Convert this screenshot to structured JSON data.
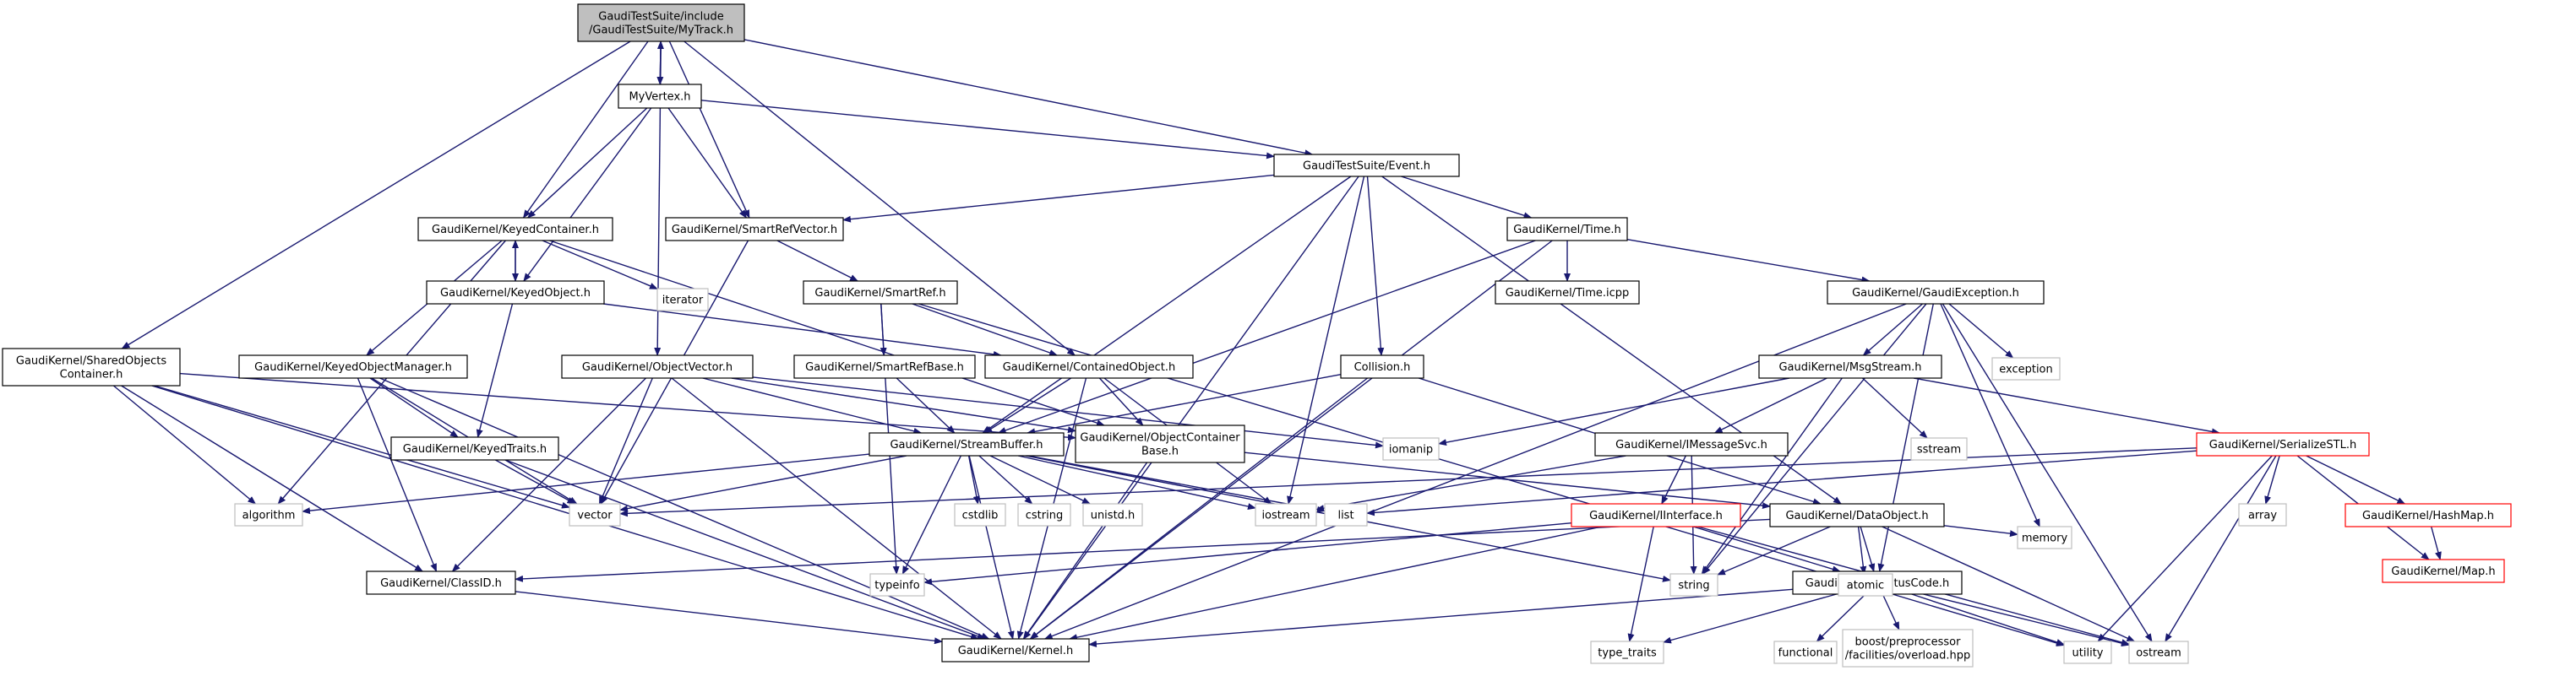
{
  "diagram": {
    "colors": {
      "edge": "#191970",
      "node_border": "#000000",
      "root_fill": "#bfbfbf",
      "external_border": "#bfbfbf",
      "truncated_border": "#ff0000",
      "text": "#000000"
    },
    "nodes": [
      {
        "id": "mytrack",
        "lines": [
          "GaudiTestSuite/include",
          "/GaudiTestSuite/MyTrack.h"
        ],
        "kind": "root"
      },
      {
        "id": "myvertex",
        "lines": [
          "MyVertex.h"
        ],
        "kind": "normal"
      },
      {
        "id": "event",
        "lines": [
          "GaudiTestSuite/Event.h"
        ],
        "kind": "normal"
      },
      {
        "id": "keyedcontainer",
        "lines": [
          "GaudiKernel/KeyedContainer.h"
        ],
        "kind": "normal"
      },
      {
        "id": "smartrefvector",
        "lines": [
          "GaudiKernel/SmartRefVector.h"
        ],
        "kind": "normal"
      },
      {
        "id": "time",
        "lines": [
          "GaudiKernel/Time.h"
        ],
        "kind": "normal"
      },
      {
        "id": "iterator",
        "lines": [
          "iterator"
        ],
        "kind": "external"
      },
      {
        "id": "keyedobject",
        "lines": [
          "GaudiKernel/KeyedObject.h"
        ],
        "kind": "normal"
      },
      {
        "id": "smartref",
        "lines": [
          "GaudiKernel/SmartRef.h"
        ],
        "kind": "normal"
      },
      {
        "id": "timeicpp",
        "lines": [
          "GaudiKernel/Time.icpp"
        ],
        "kind": "normal"
      },
      {
        "id": "gaudiexception",
        "lines": [
          "GaudiKernel/GaudiException.h"
        ],
        "kind": "normal"
      },
      {
        "id": "sharedobjects",
        "lines": [
          "GaudiKernel/SharedObjects",
          "Container.h"
        ],
        "kind": "normal"
      },
      {
        "id": "keyedobjectmanager",
        "lines": [
          "GaudiKernel/KeyedObjectManager.h"
        ],
        "kind": "normal"
      },
      {
        "id": "objectvector",
        "lines": [
          "GaudiKernel/ObjectVector.h"
        ],
        "kind": "normal"
      },
      {
        "id": "smartrefbase",
        "lines": [
          "GaudiKernel/SmartRefBase.h"
        ],
        "kind": "normal"
      },
      {
        "id": "containedobject",
        "lines": [
          "GaudiKernel/ContainedObject.h"
        ],
        "kind": "normal"
      },
      {
        "id": "collision",
        "lines": [
          "Collision.h"
        ],
        "kind": "normal"
      },
      {
        "id": "msgstream",
        "lines": [
          "GaudiKernel/MsgStream.h"
        ],
        "kind": "normal"
      },
      {
        "id": "exception",
        "lines": [
          "exception"
        ],
        "kind": "external"
      },
      {
        "id": "keyedtraits",
        "lines": [
          "GaudiKernel/KeyedTraits.h"
        ],
        "kind": "normal"
      },
      {
        "id": "streambuffer",
        "lines": [
          "GaudiKernel/StreamBuffer.h"
        ],
        "kind": "normal"
      },
      {
        "id": "objectcontainerbase",
        "lines": [
          "GaudiKernel/ObjectContainer",
          "Base.h"
        ],
        "kind": "normal"
      },
      {
        "id": "iomanip",
        "lines": [
          "iomanip"
        ],
        "kind": "external"
      },
      {
        "id": "imessagesvc",
        "lines": [
          "GaudiKernel/IMessageSvc.h"
        ],
        "kind": "normal"
      },
      {
        "id": "sstream",
        "lines": [
          "sstream"
        ],
        "kind": "external"
      },
      {
        "id": "serializestl",
        "lines": [
          "GaudiKernel/SerializeSTL.h"
        ],
        "kind": "truncated"
      },
      {
        "id": "algorithm",
        "lines": [
          "algorithm"
        ],
        "kind": "external"
      },
      {
        "id": "vector",
        "lines": [
          "vector"
        ],
        "kind": "external"
      },
      {
        "id": "cstdlib",
        "lines": [
          "cstdlib"
        ],
        "kind": "external"
      },
      {
        "id": "cstring",
        "lines": [
          "cstring"
        ],
        "kind": "external"
      },
      {
        "id": "unistd",
        "lines": [
          "unistd.h"
        ],
        "kind": "external"
      },
      {
        "id": "iostream",
        "lines": [
          "iostream"
        ],
        "kind": "external"
      },
      {
        "id": "list",
        "lines": [
          "list"
        ],
        "kind": "external"
      },
      {
        "id": "dataobject",
        "lines": [
          "GaudiKernel/DataObject.h"
        ],
        "kind": "normal"
      },
      {
        "id": "iinterface",
        "lines": [
          "GaudiKernel/IInterface.h"
        ],
        "kind": "truncated"
      },
      {
        "id": "array",
        "lines": [
          "array"
        ],
        "kind": "external"
      },
      {
        "id": "hashmap",
        "lines": [
          "GaudiKernel/HashMap.h"
        ],
        "kind": "truncated"
      },
      {
        "id": "memory",
        "lines": [
          "memory"
        ],
        "kind": "external"
      },
      {
        "id": "map",
        "lines": [
          "GaudiKernel/Map.h"
        ],
        "kind": "truncated"
      },
      {
        "id": "classid",
        "lines": [
          "GaudiKernel/ClassID.h"
        ],
        "kind": "normal"
      },
      {
        "id": "typeinfo",
        "lines": [
          "typeinfo"
        ],
        "kind": "external"
      },
      {
        "id": "string",
        "lines": [
          "string"
        ],
        "kind": "external"
      },
      {
        "id": "statuscode",
        "lines": [
          "GaudiKernel/StatusCode.h"
        ],
        "kind": "normal"
      },
      {
        "id": "atomic",
        "lines": [
          "atomic"
        ],
        "kind": "external"
      },
      {
        "id": "kernel",
        "lines": [
          "GaudiKernel/Kernel.h"
        ],
        "kind": "normal"
      },
      {
        "id": "typetraits",
        "lines": [
          "type_traits"
        ],
        "kind": "external"
      },
      {
        "id": "functional",
        "lines": [
          "functional"
        ],
        "kind": "external"
      },
      {
        "id": "boostoverload",
        "lines": [
          "boost/preprocessor",
          "/facilities/overload.hpp"
        ],
        "kind": "external"
      },
      {
        "id": "utility",
        "lines": [
          "utility"
        ],
        "kind": "external"
      },
      {
        "id": "ostream",
        "lines": [
          "ostream"
        ],
        "kind": "external"
      }
    ],
    "edges": [
      [
        "mytrack",
        "myvertex"
      ],
      [
        "mytrack",
        "event"
      ],
      [
        "mytrack",
        "keyedcontainer"
      ],
      [
        "mytrack",
        "smartrefvector"
      ],
      [
        "mytrack",
        "sharedobjects"
      ],
      [
        "mytrack",
        "objectvector"
      ],
      [
        "mytrack",
        "containedobject"
      ],
      [
        "myvertex",
        "mytrack"
      ],
      [
        "myvertex",
        "event"
      ],
      [
        "myvertex",
        "keyedcontainer"
      ],
      [
        "myvertex",
        "smartrefvector"
      ],
      [
        "myvertex",
        "keyedobject"
      ],
      [
        "event",
        "smartrefvector"
      ],
      [
        "event",
        "time"
      ],
      [
        "event",
        "collision"
      ],
      [
        "event",
        "streambuffer"
      ],
      [
        "event",
        "iostream"
      ],
      [
        "event",
        "kernel"
      ],
      [
        "event",
        "dataobject"
      ],
      [
        "keyedcontainer",
        "iterator"
      ],
      [
        "keyedcontainer",
        "keyedobject"
      ],
      [
        "keyedcontainer",
        "keyedobjectmanager"
      ],
      [
        "keyedcontainer",
        "algorithm"
      ],
      [
        "keyedcontainer",
        "objectcontainerbase"
      ],
      [
        "keyedobject",
        "keyedcontainer"
      ],
      [
        "keyedobject",
        "keyedtraits"
      ],
      [
        "keyedobject",
        "containedobject"
      ],
      [
        "smartrefvector",
        "smartref"
      ],
      [
        "smartrefvector",
        "vector"
      ],
      [
        "smartref",
        "smartrefbase"
      ],
      [
        "smartref",
        "containedobject"
      ],
      [
        "smartref",
        "typeinfo"
      ],
      [
        "smartref",
        "utility"
      ],
      [
        "smartrefbase",
        "streambuffer"
      ],
      [
        "time",
        "timeicpp"
      ],
      [
        "time",
        "gaudiexception"
      ],
      [
        "time",
        "streambuffer"
      ],
      [
        "time",
        "kernel"
      ],
      [
        "gaudiexception",
        "msgstream"
      ],
      [
        "gaudiexception",
        "exception"
      ],
      [
        "gaudiexception",
        "string"
      ],
      [
        "gaudiexception",
        "statuscode"
      ],
      [
        "gaudiexception",
        "kernel"
      ],
      [
        "gaudiexception",
        "memory"
      ],
      [
        "gaudiexception",
        "ostream"
      ],
      [
        "sharedobjects",
        "algorithm"
      ],
      [
        "sharedobjects",
        "vector"
      ],
      [
        "sharedobjects",
        "classid"
      ],
      [
        "sharedobjects",
        "kernel"
      ],
      [
        "sharedobjects",
        "objectcontainerbase"
      ],
      [
        "keyedobjectmanager",
        "keyedtraits"
      ],
      [
        "keyedobjectmanager",
        "vector"
      ],
      [
        "keyedobjectmanager",
        "classid"
      ],
      [
        "keyedobjectmanager",
        "kernel"
      ],
      [
        "objectvector",
        "streambuffer"
      ],
      [
        "objectvector",
        "vector"
      ],
      [
        "objectvector",
        "classid"
      ],
      [
        "objectvector",
        "kernel"
      ],
      [
        "objectvector",
        "objectcontainerbase"
      ],
      [
        "objectvector",
        "iomanip"
      ],
      [
        "containedobject",
        "streambuffer"
      ],
      [
        "containedobject",
        "objectcontainerbase"
      ],
      [
        "containedobject",
        "kernel"
      ],
      [
        "containedobject",
        "iostream"
      ],
      [
        "collision",
        "streambuffer"
      ],
      [
        "collision",
        "dataobject"
      ],
      [
        "collision",
        "kernel"
      ],
      [
        "msgstream",
        "imessagesvc"
      ],
      [
        "msgstream",
        "sstream"
      ],
      [
        "msgstream",
        "serializestl"
      ],
      [
        "msgstream",
        "iomanip"
      ],
      [
        "msgstream",
        "string"
      ],
      [
        "keyedtraits",
        "vector"
      ],
      [
        "keyedtraits",
        "kernel"
      ],
      [
        "streambuffer",
        "algorithm"
      ],
      [
        "streambuffer",
        "vector"
      ],
      [
        "streambuffer",
        "cstdlib"
      ],
      [
        "streambuffer",
        "cstring"
      ],
      [
        "streambuffer",
        "unistd"
      ],
      [
        "streambuffer",
        "iostream"
      ],
      [
        "streambuffer",
        "list"
      ],
      [
        "streambuffer",
        "typeinfo"
      ],
      [
        "streambuffer",
        "string"
      ],
      [
        "streambuffer",
        "kernel"
      ],
      [
        "objectcontainerbase",
        "dataobject"
      ],
      [
        "objectcontainerbase",
        "kernel"
      ],
      [
        "imessagesvc",
        "iinterface"
      ],
      [
        "imessagesvc",
        "string"
      ],
      [
        "imessagesvc",
        "iostream"
      ],
      [
        "serializestl",
        "vector"
      ],
      [
        "serializestl",
        "list"
      ],
      [
        "serializestl",
        "array"
      ],
      [
        "serializestl",
        "hashmap"
      ],
      [
        "serializestl",
        "map"
      ],
      [
        "serializestl",
        "utility"
      ],
      [
        "serializestl",
        "ostream"
      ],
      [
        "dataobject",
        "classid"
      ],
      [
        "dataobject",
        "statuscode"
      ],
      [
        "dataobject",
        "string"
      ],
      [
        "dataobject",
        "atomic"
      ],
      [
        "dataobject",
        "memory"
      ],
      [
        "dataobject",
        "ostream"
      ],
      [
        "iinterface",
        "kernel"
      ],
      [
        "iinterface",
        "statuscode"
      ],
      [
        "iinterface",
        "typeinfo"
      ],
      [
        "iinterface",
        "typetraits"
      ],
      [
        "iinterface",
        "ostream"
      ],
      [
        "hashmap",
        "map"
      ],
      [
        "classid",
        "kernel"
      ],
      [
        "statuscode",
        "kernel"
      ],
      [
        "statuscode",
        "typetraits"
      ],
      [
        "statuscode",
        "functional"
      ],
      [
        "statuscode",
        "boostoverload"
      ],
      [
        "statuscode",
        "utility"
      ],
      [
        "statuscode",
        "ostream"
      ]
    ]
  }
}
